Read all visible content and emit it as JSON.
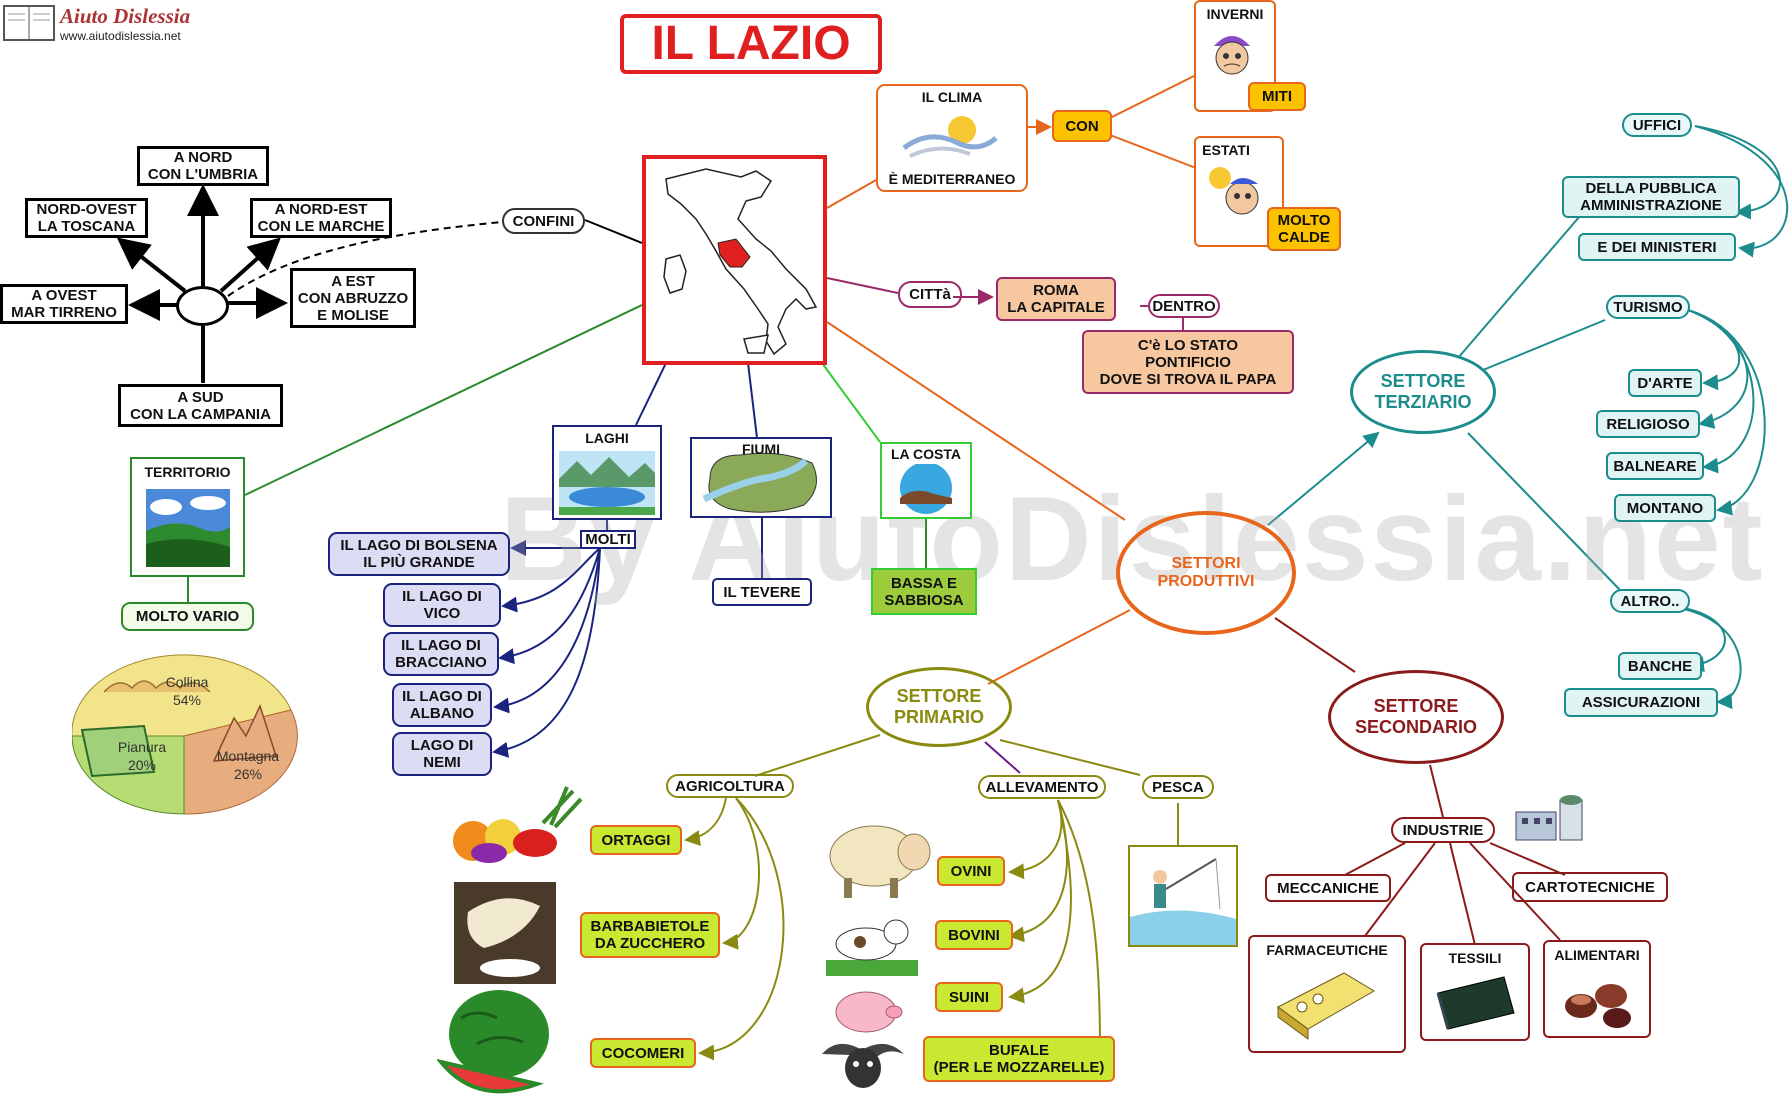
{
  "logo": {
    "name": "Aiuto Dislessia",
    "url": "www.aiutodislessia.net"
  },
  "title": "IL LAZIO",
  "watermark": "By AiutoDislessia.net",
  "confini": {
    "label": "CONFINI",
    "nord": "A NORD\nCON L'UMBRIA",
    "nordovest": "NORD-OVEST\nLA TOSCANA",
    "nordest": "A NORD-EST\nCON LE MARCHE",
    "ovest": "A OVEST\nMAR TIRRENO",
    "est": "A EST\nCON ABRUZZO\nE  MOLISE",
    "sud": "A SUD\nCON LA CAMPANIA"
  },
  "territorio": {
    "label": "TERRITORIO",
    "vario": "MOLTO VARIO",
    "pie": [
      {
        "name": "Collina",
        "value": 54,
        "pct": "54%",
        "color": "#f2e48a"
      },
      {
        "name": "Montagna",
        "value": 26,
        "pct": "26%",
        "color": "#e7ad7e"
      },
      {
        "name": "Pianura",
        "value": 20,
        "pct": "20%",
        "color": "#b8dc74"
      }
    ]
  },
  "clima": {
    "label": "IL CLIMA",
    "sub": "È MEDITERRANEO",
    "con": "CON",
    "inverni": "INVERNI",
    "miti": "MITI",
    "estati": "ESTATI",
    "caldi": "MOLTO\nCALDE"
  },
  "citta": {
    "label": "CITTà",
    "roma": "ROMA\nLA CAPITALE",
    "dentro": "DENTRO",
    "stato": "C'è LO STATO\nPONTIFICIO\nDOVE SI TROVA IL PAPA"
  },
  "laghi": {
    "label": "LAGHI",
    "molti": "MOLTI",
    "items": [
      "IL LAGO DI BOLSENA\nIL PIÙ GRANDE",
      "IL LAGO DI\nVICO",
      "IL LAGO DI\nBRACCIANO",
      "IL LAGO DI\nALBANO",
      "LAGO DI\nNEMI"
    ]
  },
  "fiumi": {
    "label": "FIUMI",
    "tevere": "IL TEVERE"
  },
  "costa": {
    "label": "LA COSTA",
    "tipo": "BASSA E\nSABBIOSA"
  },
  "settori": {
    "label": "SETTORI\nPRODUTTIVI"
  },
  "terziario": {
    "label": "SETTORE\nTERZIARIO",
    "uffici": "UFFICI",
    "pa": "DELLA PUBBLICA\nAMMINISTRAZIONE",
    "ministeri": "E DEI MINISTERI",
    "turismo": "TURISMO",
    "tur_items": [
      "D'ARTE",
      "RELIGIOSO",
      "BALNEARE",
      "MONTANO"
    ],
    "altro": "ALTRO..",
    "altro_items": [
      "BANCHE",
      "ASSICURAZIONI"
    ]
  },
  "primario": {
    "label": "SETTORE\nPRIMARIO",
    "agricoltura": "AGRICOLTURA",
    "agri_items": [
      "ORTAGGI",
      "BARBABIETOLE\nDA ZUCCHERO",
      "COCOMERI"
    ],
    "allevamento": "ALLEVAMENTO",
    "all_items": [
      "OVINI",
      "BOVINI",
      "SUINI",
      "BUFALE\n(PER LE MOZZARELLE)"
    ],
    "pesca": "PESCA"
  },
  "secondario": {
    "label": "SETTORE\nSECONDARIO",
    "industrie": "INDUSTRIE",
    "items": [
      "MECCANICHE",
      "CARTOTECNICHE",
      "FARMACEUTICHE",
      "TESSILI",
      "ALIMENTARI"
    ]
  }
}
